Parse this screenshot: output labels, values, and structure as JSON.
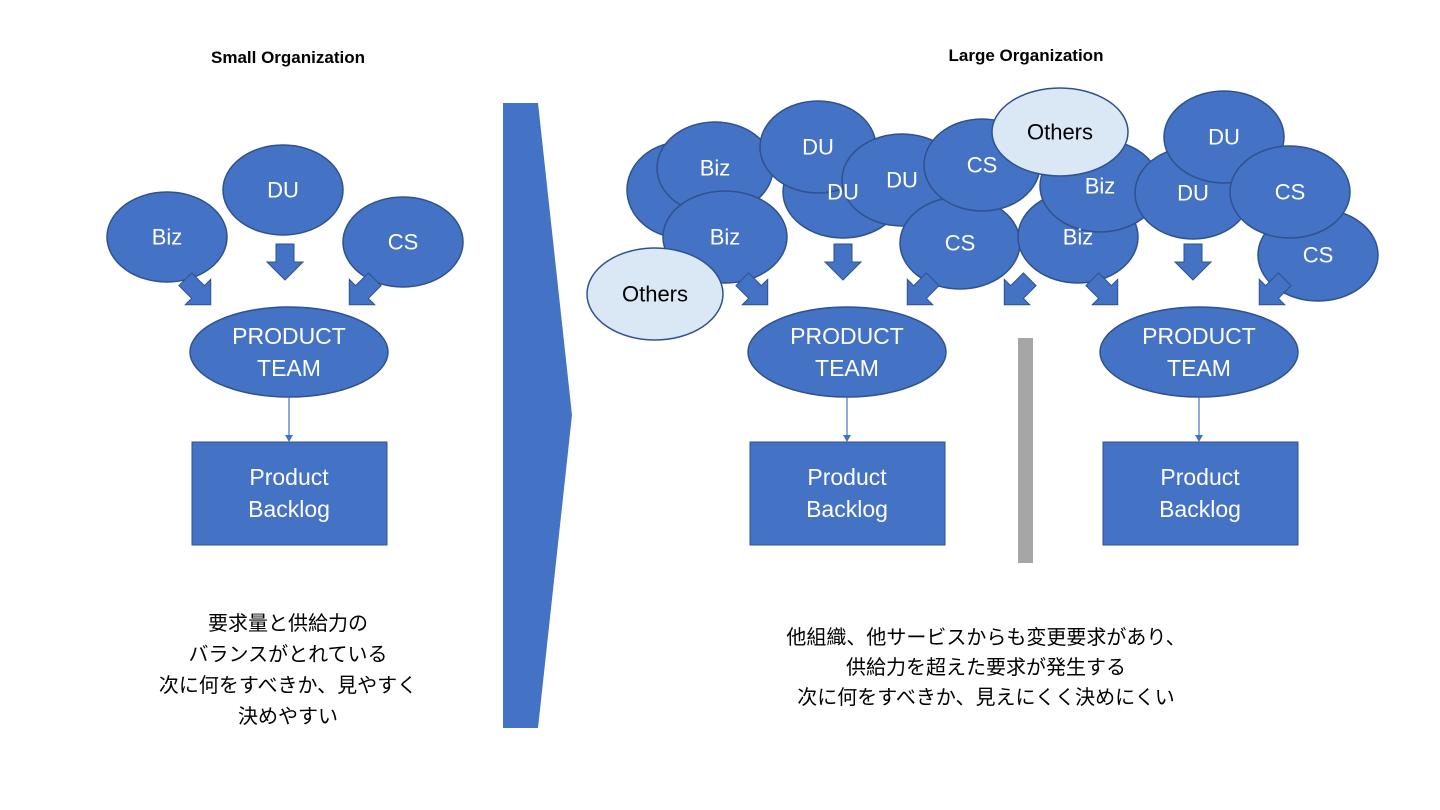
{
  "colors": {
    "node_fill": "#4472C4",
    "node_stroke": "#2F528F",
    "others_fill": "#DAE8F5",
    "divider": "#A6A6A6",
    "text_light": "#FFFFFF"
  },
  "small": {
    "title": "Small Organization",
    "nodes": [
      "Biz",
      "DU",
      "CS"
    ],
    "team": [
      "PRODUCT",
      "TEAM"
    ],
    "backlog": [
      "Product",
      "Backlog"
    ],
    "caption": [
      "要求量と供給力の",
      "バランスがとれている",
      "次に何をすべきか、見やすく",
      "決めやすい"
    ]
  },
  "large": {
    "title": "Large Organization",
    "nodes": [
      "",
      "Biz",
      "Biz",
      "DU",
      "DU",
      "DU",
      "CS",
      "CS",
      "Biz",
      "Biz",
      "DU",
      "DU",
      "CS",
      "CS",
      "Others",
      "Others"
    ],
    "team": [
      "PRODUCT",
      "TEAM"
    ],
    "backlog": [
      "Product",
      "Backlog"
    ],
    "caption": [
      "他組織、他サービスからも変更要求があり、",
      "供給力を超えた要求が発生する",
      "次に何をすべきか、見えにくく決めにくい"
    ]
  }
}
